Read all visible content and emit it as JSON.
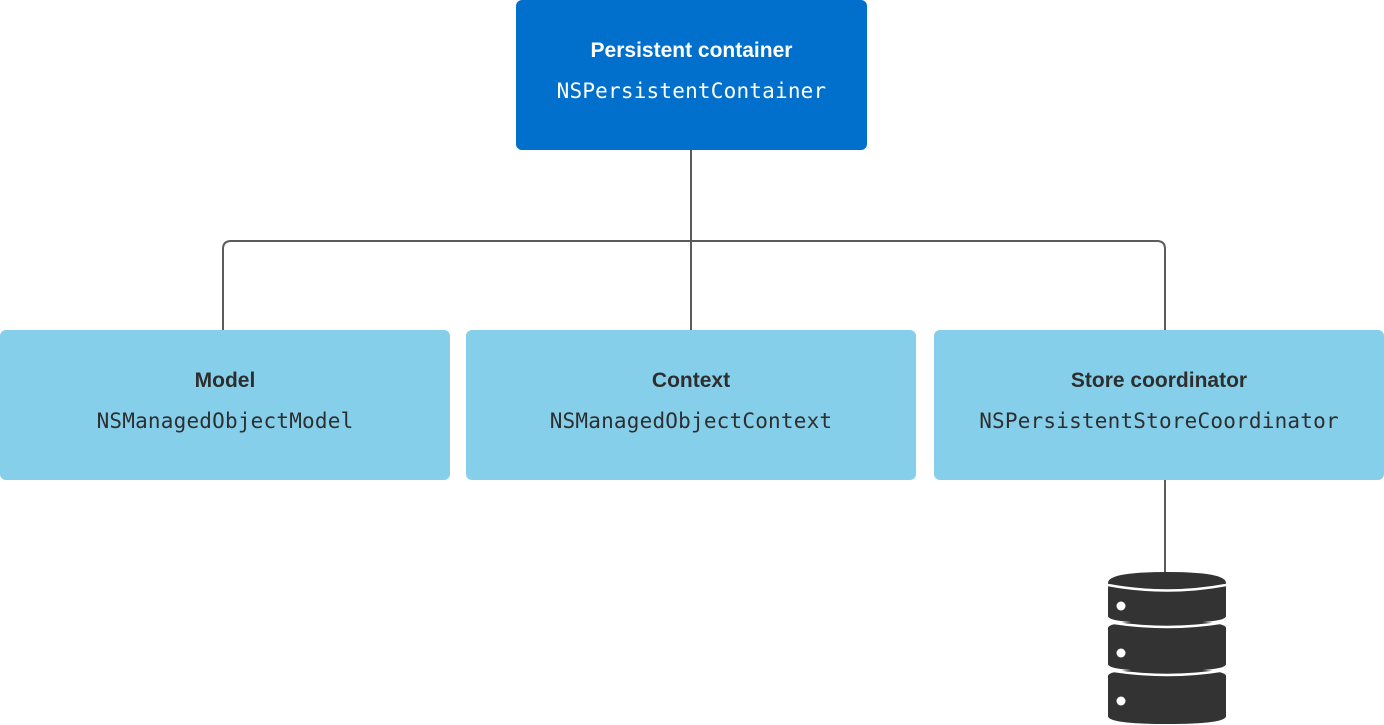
{
  "colors": {
    "root_fill": "#0070cc",
    "child_fill": "#86cfea",
    "connector": "#5b5b5b",
    "database": "#333333"
  },
  "root": {
    "title": "Persistent container",
    "class_name": "NSPersistentContainer"
  },
  "children": [
    {
      "title": "Model",
      "class_name": "NSManagedObjectModel"
    },
    {
      "title": "Context",
      "class_name": "NSManagedObjectContext"
    },
    {
      "title": "Store coordinator",
      "class_name": "NSPersistentStoreCoordinator"
    }
  ],
  "store_icon": "database-icon"
}
